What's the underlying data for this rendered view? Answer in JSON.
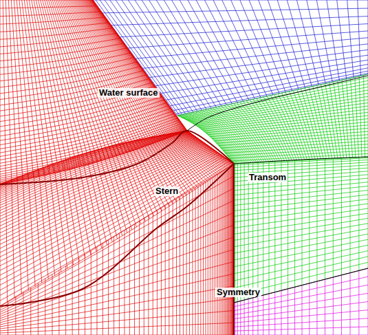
{
  "diagram": {
    "labels": [
      "Water surface",
      "Stern",
      "Transom",
      "Symmetry"
    ]
  }
}
